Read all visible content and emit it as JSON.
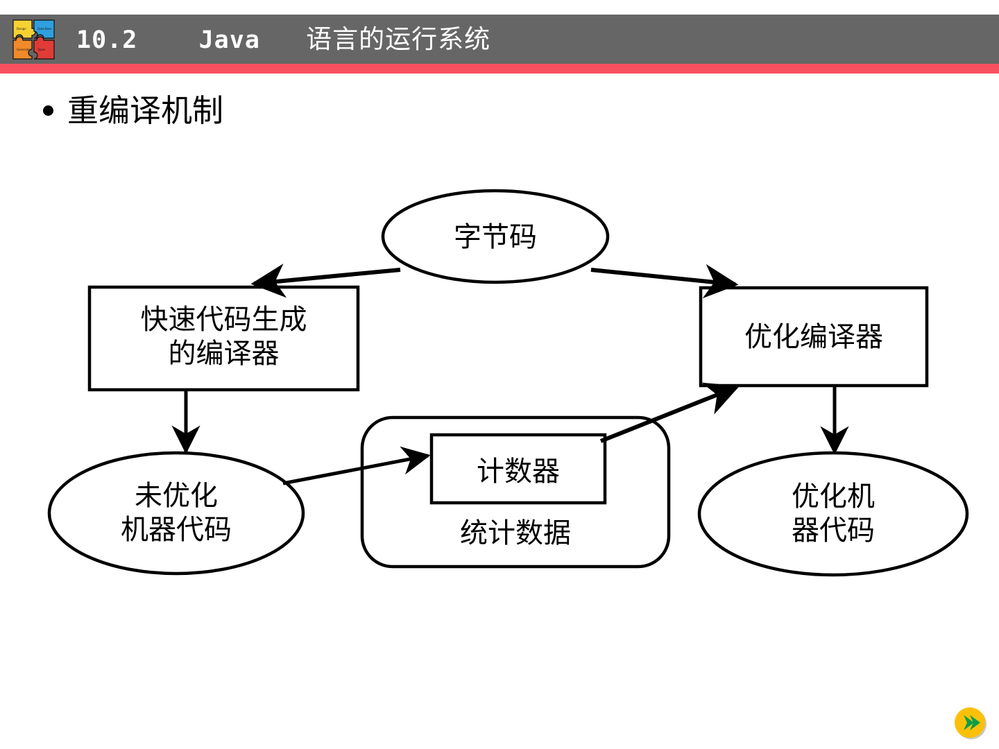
{
  "header": {
    "number": "10.2",
    "title_latin": "Java",
    "title_cjk": "语言的运行系统",
    "bar_color": "#666666",
    "underline_color": "#f9505f",
    "text_color": "#ffffff",
    "logo_name": "puzzle-logo",
    "logo_colors": [
      "#f5d233",
      "#2f9fe0",
      "#f08a2a",
      "#e13b36"
    ]
  },
  "body": {
    "bullet": "重编译机制"
  },
  "diagram": {
    "nodes": {
      "bytecode": {
        "label": "字节码",
        "shape": "ellipse"
      },
      "fast_compiler": {
        "label": "快速代码生成\n的编译器",
        "shape": "rect"
      },
      "optimizing_compiler": {
        "label": "优化编译器",
        "shape": "rect"
      },
      "unoptimized_code": {
        "label": "未优化\n机器代码",
        "shape": "ellipse"
      },
      "counter": {
        "label": "计数器",
        "shape": "rect"
      },
      "statistics": {
        "label": "统计数据",
        "shape": "rounded-rect"
      },
      "optimized_code": {
        "label": "优化机\n器代码",
        "shape": "ellipse"
      }
    },
    "edges": [
      {
        "from": "bytecode",
        "to": "fast_compiler"
      },
      {
        "from": "bytecode",
        "to": "optimizing_compiler"
      },
      {
        "from": "fast_compiler",
        "to": "unoptimized_code"
      },
      {
        "from": "unoptimized_code",
        "to": "counter"
      },
      {
        "from": "counter",
        "to": "optimizing_compiler"
      },
      {
        "from": "optimizing_compiler",
        "to": "optimized_code"
      }
    ],
    "stroke_color": "#000000"
  },
  "nav": {
    "next_label": "next-slide",
    "circle_color": "#fcc00a",
    "arrow_color": "#0d9e47"
  }
}
